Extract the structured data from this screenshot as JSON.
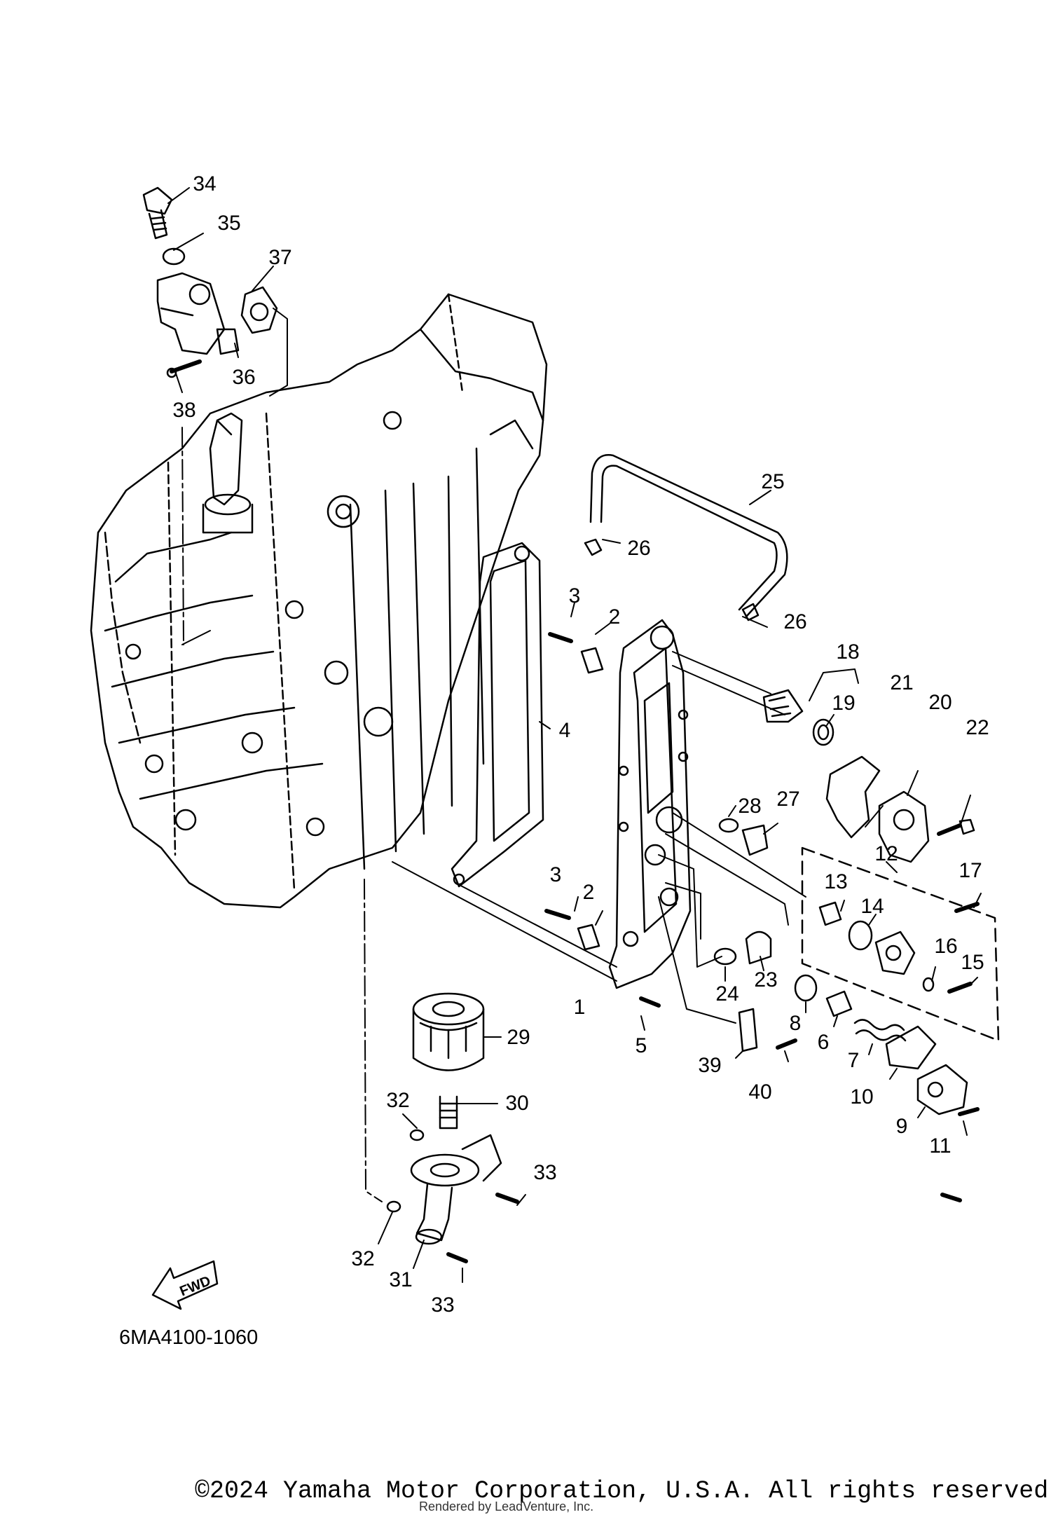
{
  "figure_code": "6MA4100-1060",
  "fwd_label": "FWD",
  "copyright": "©2024 Yamaha Motor Corporation, U.S.A. All rights reserved.",
  "rendered_by": "Rendered by LeadVenture, Inc.",
  "part_numbers": [
    "1",
    "2",
    "3",
    "4",
    "5",
    "6",
    "7",
    "8",
    "9",
    "10",
    "11",
    "12",
    "13",
    "14",
    "15",
    "16",
    "17",
    "18",
    "19",
    "20",
    "21",
    "22",
    "23",
    "24",
    "25",
    "26",
    "27",
    "28",
    "29",
    "30",
    "31",
    "32",
    "33",
    "34",
    "35",
    "36",
    "37",
    "38",
    "39",
    "40"
  ]
}
